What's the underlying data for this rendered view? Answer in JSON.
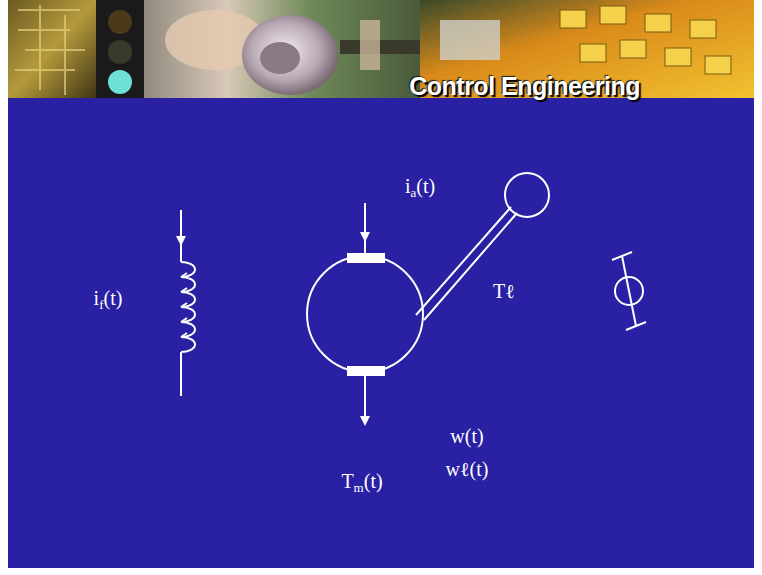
{
  "diagram": {
    "title": "Control Engineering",
    "labels": [
      "if(t)",
      "ia(t)",
      "Tℓ",
      "Tm(t)",
      "w(t)",
      "wℓ(t)"
    ]
  }
}
